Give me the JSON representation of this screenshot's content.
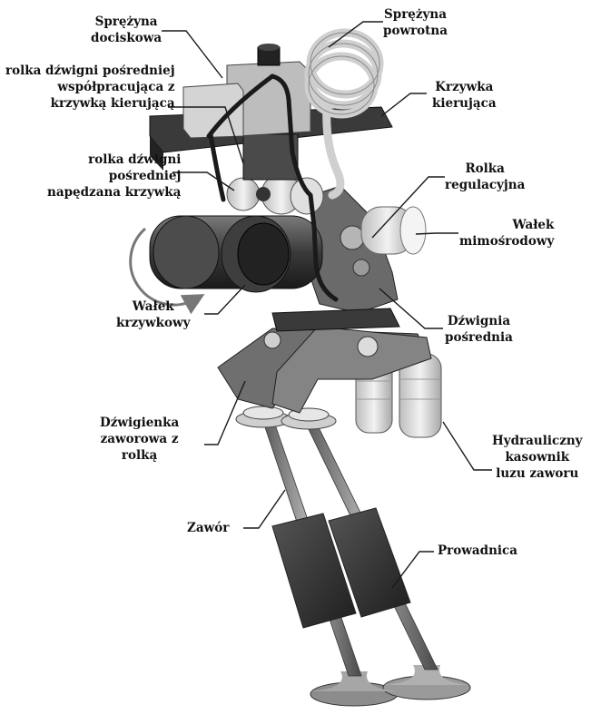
{
  "labels": {
    "sprezyna_dociskowa": [
      "Sprężyna",
      "dociskowa"
    ],
    "sprezyna_powrotna": [
      "Sprężyna",
      "powrotna"
    ],
    "rolka_wspolpracujaca": [
      "rolka dźwigni pośredniej",
      "współpracująca z",
      "krzywką kierującą"
    ],
    "krzywka_kierujaca": [
      "Krzywka",
      "kierująca"
    ],
    "rolka_napedzana": [
      "rolka dźwigni",
      "pośredniej",
      "napędzana krzywką"
    ],
    "rolka_regulacyjna": [
      "Rolka",
      "regulacyjna"
    ],
    "walek_mimosrodowy": [
      "Wałek",
      "mimośrodowy"
    ],
    "walek_krzywkowy": [
      "Wałek",
      "krzywkowy"
    ],
    "dzwignia_posrednia": [
      "Dźwignia",
      "pośrednia"
    ],
    "dzwigienka_zaworowa": [
      "Dźwigienka",
      "zaworowa z",
      "rolką"
    ],
    "hydrauliczny_kasownik": [
      "Hydrauliczny",
      "kasownik",
      "luzu zaworu"
    ],
    "zawor": [
      "Zawór"
    ],
    "prowadnica": [
      "Prowadnica"
    ]
  },
  "colors": {
    "background": "#ffffff",
    "text": "#111111",
    "leader": "#1a1a1a",
    "dark_part": "#2e2e2e",
    "mid_part": "#6e6e6e",
    "light_part": "#d6d6d6",
    "spring": "#ececec"
  }
}
